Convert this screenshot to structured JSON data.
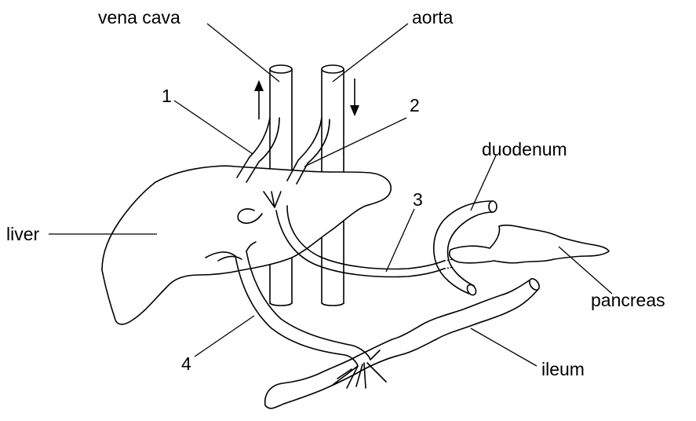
{
  "labels": {
    "vena_cava": "vena cava",
    "aorta": "aorta",
    "liver": "liver",
    "duodenum": "duodenum",
    "pancreas": "pancreas",
    "ileum": "ileum",
    "n1": "1",
    "n2": "2",
    "n3": "3",
    "n4": "4"
  },
  "colors": {
    "ink": "#000000",
    "paper": "#ffffff"
  }
}
